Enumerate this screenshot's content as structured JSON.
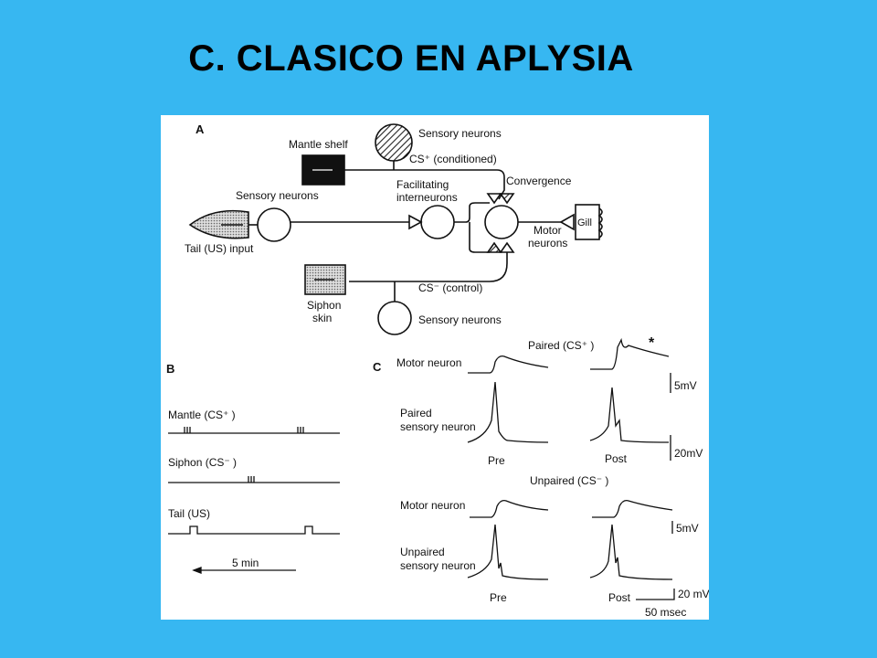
{
  "slide": {
    "title": "C. CLASICO EN APLYSIA"
  },
  "panel_a": {
    "letter": "A",
    "mantle_shelf": "Mantle shelf",
    "sensory_neurons_top": "Sensory neurons",
    "cs_plus": "CS⁺ (conditioned)",
    "convergence": "Convergence",
    "facilitating_1": "Facilitating",
    "facilitating_2": "interneurons",
    "sensory_neurons_left": "Sensory neurons",
    "tail_input": "Tail (US) input",
    "motor_1": "Motor",
    "motor_2": "neurons",
    "gill": "Gill",
    "siphon_1": "Siphon",
    "siphon_2": "skin",
    "cs_minus": "CS⁻ (control)",
    "sensory_neurons_bottom": "Sensory neurons"
  },
  "panel_b": {
    "letter": "B",
    "mantle": "Mantle  (CS⁺ )",
    "siphon": "Siphon (CS⁻  )",
    "tail": "Tail  (US)",
    "scale": "5 min"
  },
  "panel_c": {
    "letter": "C",
    "paired_header": "Paired (CS⁺ )",
    "star": "*",
    "motor_neuron_1": "Motor neuron",
    "paired_1": "Paired",
    "paired_2": "sensory neuron",
    "pre_1": "Pre",
    "post_1": "Post",
    "scale_5mv_1": "5mV",
    "scale_20mv_1": "20mV",
    "unpaired_header": "Unpaired (CS⁻  )",
    "motor_neuron_2": "Motor neuron",
    "unpaired_1": "Unpaired",
    "unpaired_2": "sensory neuron",
    "pre_2": "Pre",
    "post_2": "Post",
    "scale_5mv_2": "5mV",
    "scale_20mv_2": "20 mV",
    "scale_ms": "50 msec"
  }
}
